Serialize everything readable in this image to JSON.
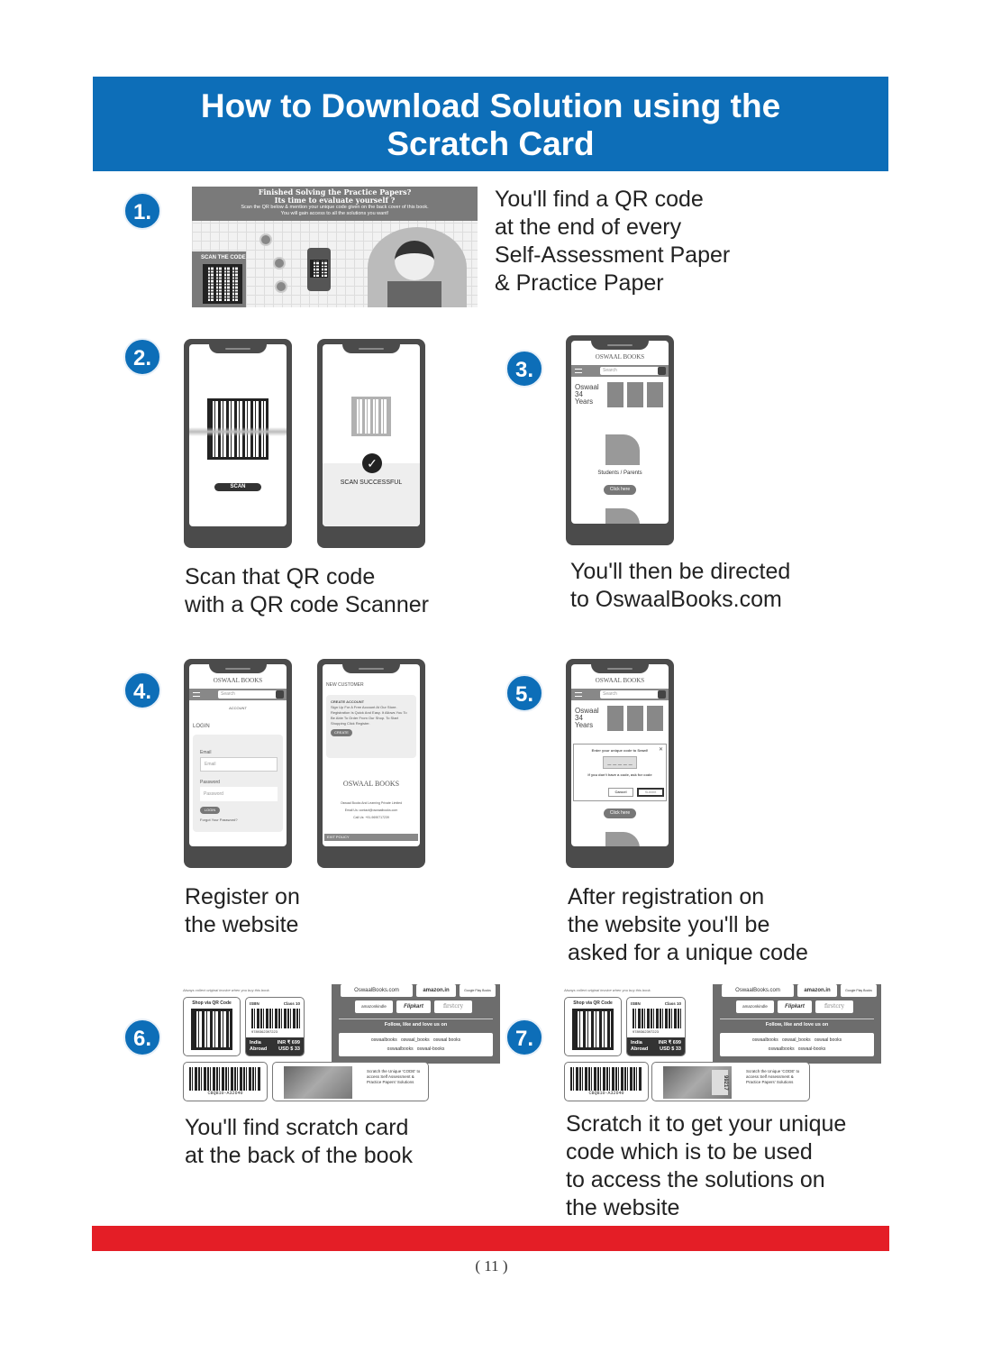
{
  "header": {
    "title_line1": "How to Download Solution using the",
    "title_line2": "Scratch Card"
  },
  "colors": {
    "accent": "#0d6eb8",
    "bar": "#e41e26"
  },
  "steps": [
    {
      "number": "1.",
      "text": [
        "You'll find a QR code",
        "at the end of every",
        "Self-Assessment Paper",
        "& Practice Paper"
      ],
      "image": {
        "heading1": "Finished Solving the Practice Papers?",
        "heading2": "Its time to evaluate yourself ?",
        "line1": "Scan the QR below & mention your unique code given on the back cover of this book.",
        "line2": "You will gain access to all the solutions you want!",
        "scan_label": "SCAN THE CODE"
      }
    },
    {
      "number": "2.",
      "text": [
        "Scan that QR code",
        "with a QR code Scanner"
      ],
      "scan_button": "SCAN",
      "success": "SCAN SUCCESSFUL"
    },
    {
      "number": "3.",
      "text": [
        "You'll then be directed",
        "to OswaalBooks.com"
      ],
      "brand": "OSWAAL BOOKS",
      "search": "Search",
      "banner": "Oswaal 34 Years",
      "audience": "Students / Parents",
      "cta": "Click here"
    },
    {
      "number": "4.",
      "text": [
        "Register on",
        "the website"
      ],
      "login": {
        "breadcrumb": "ACCOUNT",
        "heading": "LOGIN",
        "email_label": "Email",
        "email_placeholder": "Email",
        "password_label": "Password",
        "password_placeholder": "Password",
        "button": "LOGIN",
        "forgot": "Forgot Your Password?"
      },
      "register": {
        "heading": "NEW CUSTOMER",
        "box_title": "CREATE ACCOUNT",
        "box_text": "Sign Up For A Free Account At Our Store. Registration Is Quick And Easy. It Allows You To Be Able To Order From Our Shop. To Start Shopping Click Register.",
        "button": "CREATE",
        "company": "Oswaal Books And Learning Private Limited",
        "email": "Email Us: contact@oswaalbooks.com",
        "phone": "Call Us: +91-9690717239",
        "footer": "EXIT POLICY"
      }
    },
    {
      "number": "5.",
      "text": [
        "After registration on",
        "the website you'll be",
        "asked for a unique code"
      ],
      "dialog": {
        "title": "Enter your unique code to Srawl!",
        "code": "_ _ _ _ _",
        "hint": "If you don't have a code, ask for code",
        "cancel": "Cancel",
        "submit": "Submit"
      }
    },
    {
      "number": "6.",
      "text": [
        "You'll find scratch card",
        "at the back of the book"
      ]
    },
    {
      "number": "7.",
      "text": [
        "Scratch it to get your unique",
        "code which is to be used",
        "to access the solutions on",
        "the website"
      ]
    }
  ],
  "cover": {
    "invoice_note": "Always collect original invoice when you buy this book.",
    "shop_qr": "Shop via QR Code",
    "isbn": "ISBN",
    "class": "Class 10",
    "isbn_number": "9789362397223",
    "india": "India",
    "abroad": "Abroad",
    "inr": "INR ₹ 699",
    "usd": "USD $ 33",
    "stores": [
      "OswaalBooks.com",
      "amazon.in",
      "Google Play Books",
      "amazonkindle",
      "Flipkart",
      "firstcry"
    ],
    "follow": "Follow, like and love us on",
    "socials": [
      "oswaalbooks",
      "oswaal_books",
      "oswaal books",
      "oswaalbooks",
      "oswaal-books"
    ],
    "code": "CBQB10-A32640",
    "scratch_text": "Scratch the Unique 'CODE' to access Self Assessment & Practice Papers' Solutions",
    "revealed_code": "99217"
  },
  "page_number": "( 11 )"
}
